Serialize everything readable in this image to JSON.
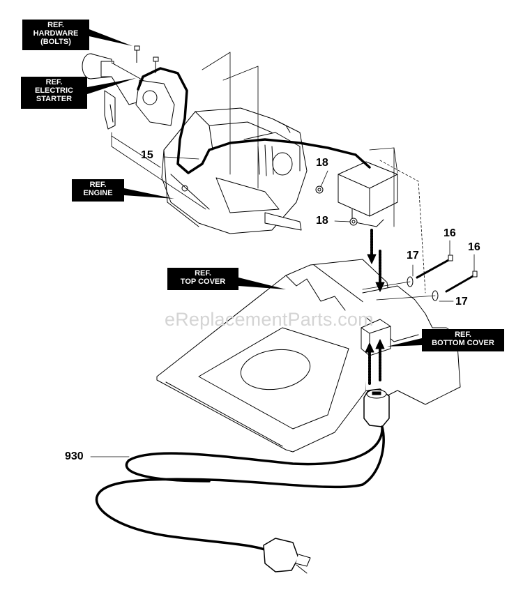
{
  "watermark": "eReplacementParts.com",
  "refs": {
    "hardware": [
      "REF.",
      "HARDWARE",
      "(BOLTS)"
    ],
    "starter": [
      "REF.",
      "ELECTRIC",
      "STARTER"
    ],
    "engine": [
      "REF.",
      "ENGINE"
    ],
    "top_cover": [
      "REF.",
      "TOP COVER"
    ],
    "bottom_cover": [
      "REF.",
      "BOTTOM COVER"
    ]
  },
  "part_numbers": {
    "p15": "15",
    "p18a": "18",
    "p18b": "18",
    "p16a": "16",
    "p16b": "16",
    "p17a": "17",
    "p17b": "17",
    "p930": "930"
  },
  "colors": {
    "ink": "#000000",
    "background": "#ffffff",
    "watermark": "#d4d4d4"
  }
}
